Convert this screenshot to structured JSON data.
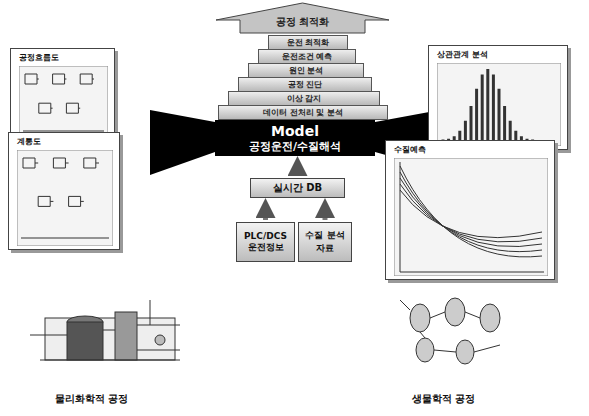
{
  "diagram": {
    "nodes": [
      {
        "text": [
          "공정 최적화"
        ]
      },
      {
        "text": [
          "운전 최적화"
        ]
      },
      {
        "text": [
          "운전조건 예측"
        ]
      },
      {
        "text": [
          "원인 분석"
        ]
      },
      {
        "text": [
          "공정 진단"
        ]
      },
      {
        "text": [
          "이상 감지"
        ]
      },
      {
        "text": [
          "데이터 전처리 및 분석"
        ]
      },
      {
        "text": [
          "Model",
          "공정운전/수질해석"
        ]
      },
      {
        "text": [
          "실시간 DB"
        ]
      },
      {
        "text": [
          "PLC/DCS 운전정보"
        ]
      },
      {
        "text": [
          "수질 분석 자료"
        ]
      },
      {
        "text": [
          "공정흐름도"
        ]
      },
      {
        "text": [
          "계통도"
        ]
      },
      {
        "text": [
          "상관관계 분석"
        ]
      },
      {
        "text": [
          "수질예측"
        ]
      }
    ],
    "edges": [
      {
        "from": 9,
        "to": 8,
        "arrow": "to"
      },
      {
        "from": 10,
        "to": 8,
        "arrow": "to"
      },
      {
        "from": 8,
        "to": 7,
        "arrow": "to"
      }
    ],
    "labels": [
      "물리화학적 공정",
      "생물학적 공정"
    ]
  }
}
